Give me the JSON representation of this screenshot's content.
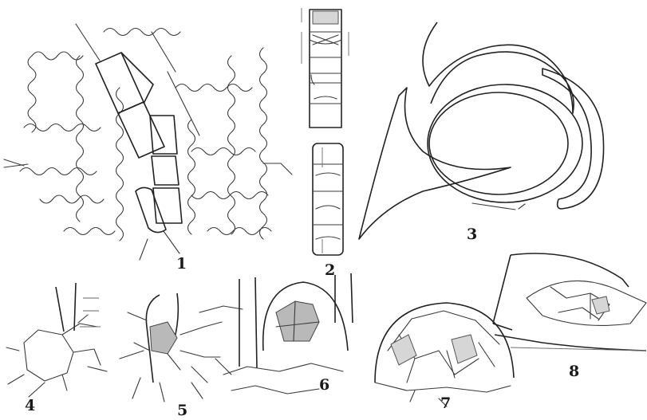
{
  "figures": [
    {
      "id": "fig-1",
      "label": "1"
    },
    {
      "id": "fig-2",
      "label": "2"
    },
    {
      "id": "fig-3",
      "label": "3"
    },
    {
      "id": "fig-4",
      "label": "4"
    },
    {
      "id": "fig-5",
      "label": "5"
    },
    {
      "id": "fig-6",
      "label": "6"
    },
    {
      "id": "fig-7",
      "label": "7"
    },
    {
      "id": "fig-8",
      "label": "8"
    }
  ],
  "colors": {
    "ink": "#3a3a3a",
    "stipple": "#b9b9b9",
    "paper": "#ffffff"
  }
}
